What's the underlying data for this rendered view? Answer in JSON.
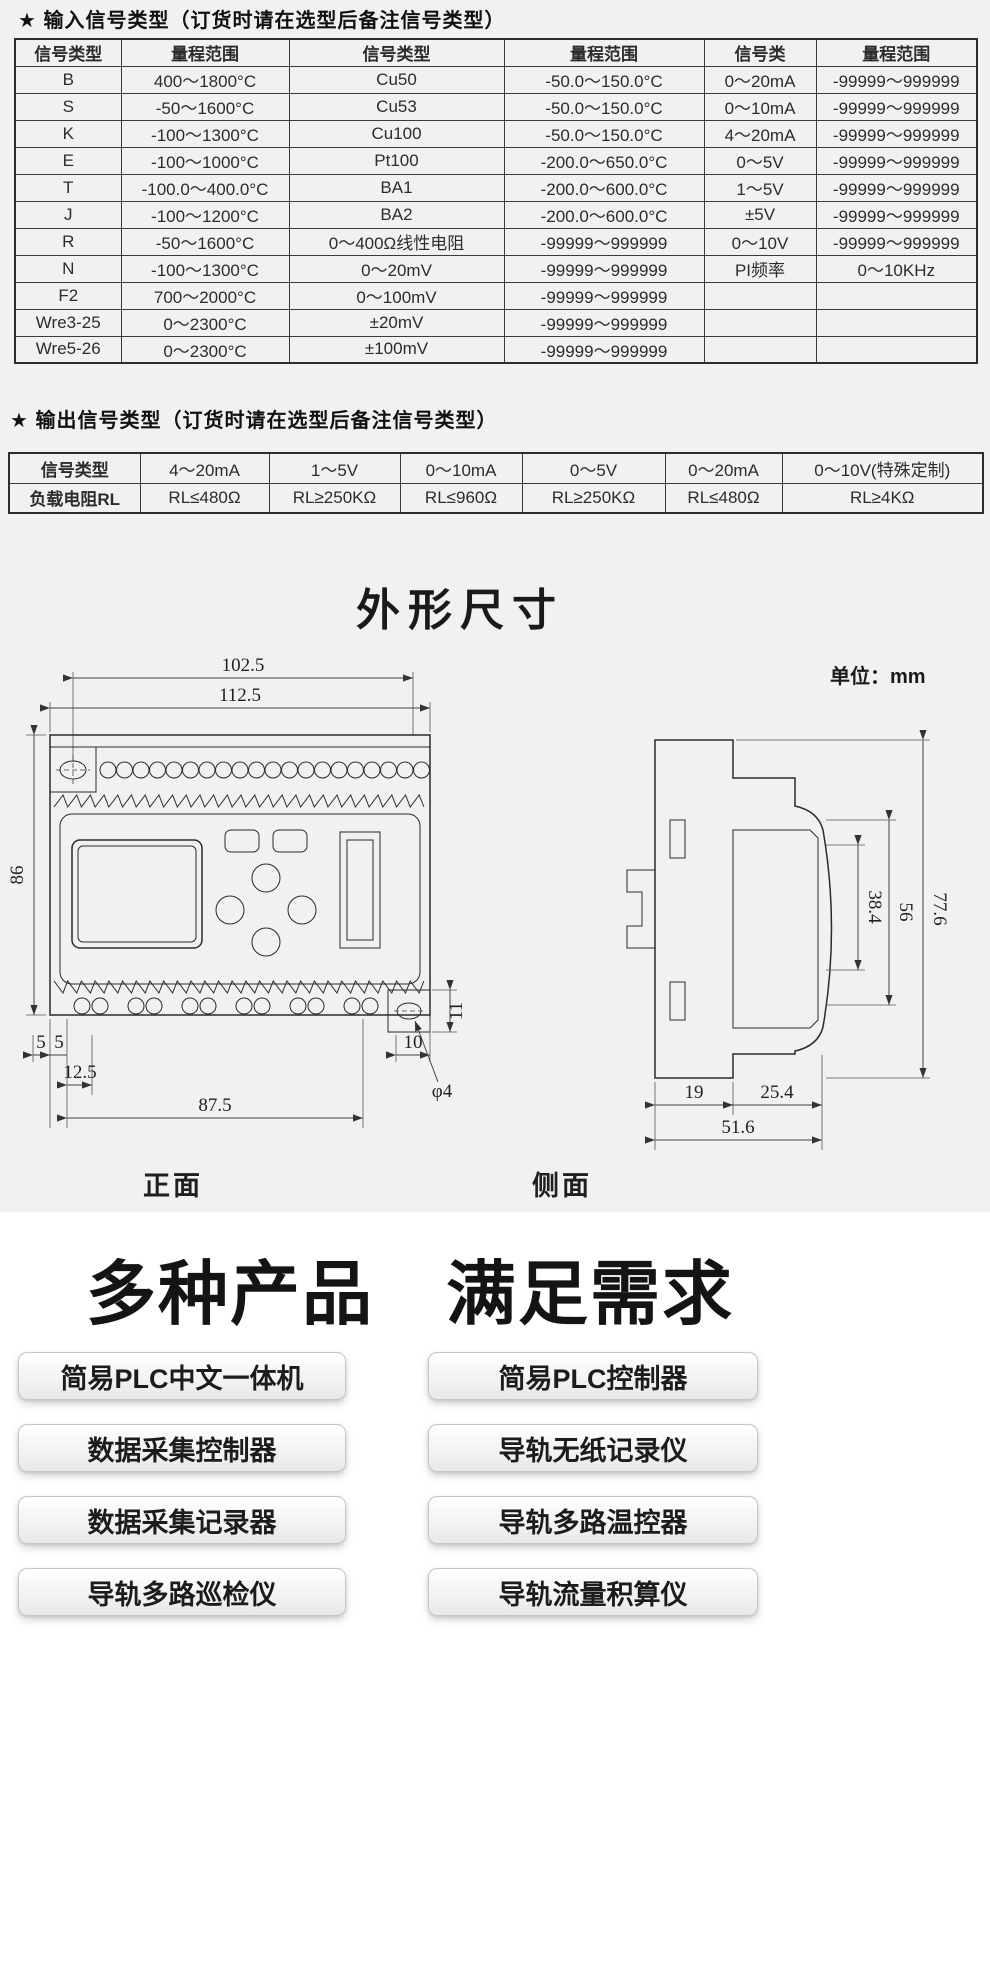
{
  "input_section": {
    "title": "★ 输入信号类型（订货时请在选型后备注信号类型）",
    "table": {
      "headers": [
        "信号类型",
        "量程范围",
        "信号类型",
        "量程范围",
        "信号类",
        "量程范围"
      ],
      "rows": [
        [
          "B",
          "400～1800°C",
          "Cu50",
          "-50.0～150.0°C",
          "0～20mA",
          "-99999～999999"
        ],
        [
          "S",
          "-50～1600°C",
          "Cu53",
          "-50.0～150.0°C",
          "0～10mA",
          "-99999～999999"
        ],
        [
          "K",
          "-100～1300°C",
          "Cu100",
          "-50.0～150.0°C",
          "4～20mA",
          "-99999～999999"
        ],
        [
          "E",
          "-100～1000°C",
          "Pt100",
          "-200.0～650.0°C",
          "0～5V",
          "-99999～999999"
        ],
        [
          "T",
          "-100.0～400.0°C",
          "BA1",
          "-200.0～600.0°C",
          "1～5V",
          "-99999～999999"
        ],
        [
          "J",
          "-100～1200°C",
          "BA2",
          "-200.0～600.0°C",
          "±5V",
          "-99999～999999"
        ],
        [
          "R",
          "-50～1600°C",
          "0～400Ω线性电阻",
          "-99999～999999",
          "0～10V",
          "-99999～999999"
        ],
        [
          "N",
          "-100～1300°C",
          "0～20mV",
          "-99999～999999",
          "PI频率",
          "0～10KHz"
        ],
        [
          "F2",
          "700～2000°C",
          "0～100mV",
          "-99999～999999",
          "",
          ""
        ],
        [
          "Wre3-25",
          "0～2300°C",
          "±20mV",
          "-99999～999999",
          "",
          ""
        ],
        [
          "Wre5-26",
          "0～2300°C",
          "±100mV",
          "-99999～999999",
          "",
          ""
        ]
      ]
    }
  },
  "output_section": {
    "title": "★ 输出信号类型（订货时请在选型后备注信号类型）",
    "table": {
      "rows": [
        [
          "信号类型",
          "4～20mA",
          "1～5V",
          "0～10mA",
          "0～5V",
          "0～20mA",
          "0～10V(特殊定制)"
        ],
        [
          "负载电阻RL",
          "RL≤480Ω",
          "RL≥250KΩ",
          "RL≤960Ω",
          "RL≥250KΩ",
          "RL≤480Ω",
          "RL≥4KΩ"
        ]
      ]
    }
  },
  "dimensions_section": {
    "title": "外形尺寸",
    "unit_label": "单位：mm",
    "front_view": {
      "label": "正面",
      "dims": {
        "width_inner": "102.5",
        "width_outer": "112.5",
        "height": "86",
        "offset_a": "5",
        "offset_b": "5",
        "offset_c": "12.5",
        "terminal_span": "87.5",
        "offset_right": "10",
        "hole_dia": "φ4",
        "hole_height": "11"
      }
    },
    "side_view": {
      "label": "侧面",
      "dims": {
        "bulge_depth": "38.4",
        "panel_height": "56",
        "total_height": "77.6",
        "depth_a": "19",
        "depth_b": "25.4",
        "depth_total": "51.6"
      }
    }
  },
  "products_section": {
    "heading": "多种产品　满足需求",
    "left_items": [
      "简易PLC中文一体机",
      "数据采集控制器",
      "数据采集记录器",
      "导轨多路巡检仪"
    ],
    "right_items": [
      "简易PLC控制器",
      "导轨无纸记录仪",
      "导轨多路温控器",
      "导轨流量积算仪"
    ]
  }
}
